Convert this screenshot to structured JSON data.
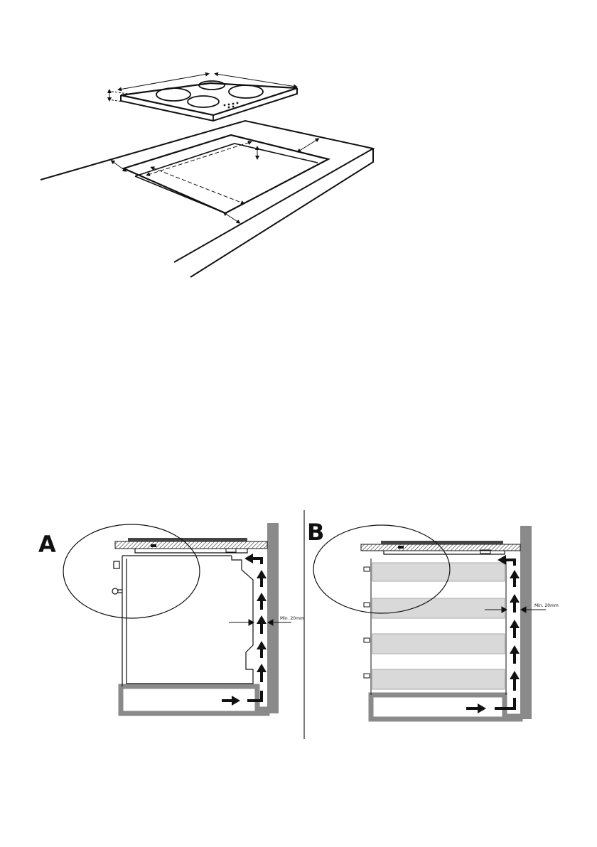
{
  "top_figure": {
    "description": "Hob and worktop cut-out installation drawing"
  },
  "panels": [
    {
      "id": "A",
      "label": "A",
      "clearance": "Min. 20mm"
    },
    {
      "id": "B",
      "label": "B",
      "clearance": "Min. 20mm"
    }
  ],
  "colors": {
    "line": "#111111",
    "wall": "#8a8a8a",
    "drawer": "#d9d9d9"
  }
}
